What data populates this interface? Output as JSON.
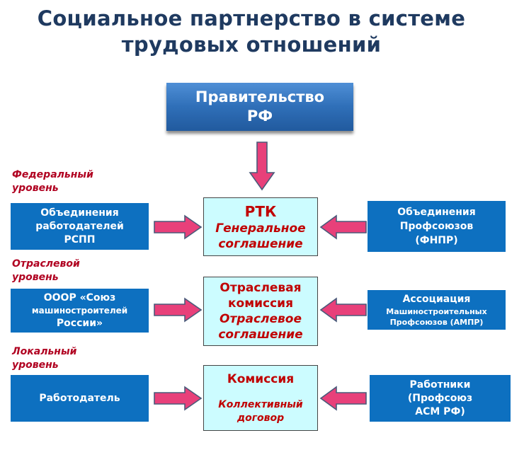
{
  "title": {
    "line1": "Социальное партнерство в системе",
    "line2": "трудовых отношений"
  },
  "government": {
    "line1": "Правительство",
    "line2": "РФ"
  },
  "levels": {
    "federal": {
      "line1": "Федеральный",
      "line2": "уровень"
    },
    "sector": {
      "line1": "Отраслевой",
      "line2": "уровень"
    },
    "local": {
      "line1": "Локальный",
      "line2": "уровень"
    }
  },
  "federal": {
    "left": {
      "line1": "Объединения",
      "line2": "работодателей",
      "line3": "РСПП"
    },
    "center": {
      "title": "РТК",
      "sub1": "Генеральное",
      "sub2": "соглашение"
    },
    "right": {
      "line1": "Объединения",
      "line2": "Профсоюзов",
      "line3": "(ФНПР)"
    }
  },
  "sector": {
    "left": {
      "line1": "ОООР «Союз",
      "line2": "машиностроителей",
      "line3": "России»"
    },
    "center": {
      "title1": "Отраслевая",
      "title2": "комиссия",
      "sub1": "Отраслевое",
      "sub2": "соглашение"
    },
    "right": {
      "line1": "Ассоциация",
      "line2": "Машиностроительных",
      "line3": "Профсоюзов (АМПР)"
    }
  },
  "local": {
    "left": {
      "line1": "Работодатель"
    },
    "center": {
      "title": "Комиссия",
      "sub1": "Коллективный",
      "sub2": "договор"
    },
    "right": {
      "line1": "Работники",
      "line2": "(Профсоюз",
      "line3": "АСМ РФ)"
    }
  },
  "colors": {
    "arrow_fill": "#e8407a",
    "arrow_stroke": "#4a5a7a",
    "blue_box": "#0d70c0",
    "cyan_box": "#ccfcff",
    "level_text": "#b00020",
    "title": "#1f3a60"
  }
}
